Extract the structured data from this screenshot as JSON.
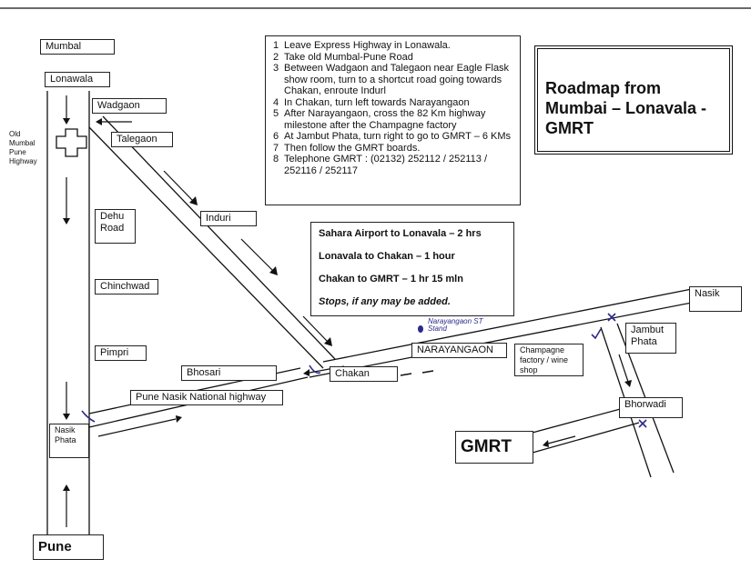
{
  "places": {
    "mumbai": "Mumbal",
    "lonawala": "Lonawala",
    "wadgaon": "Wadgaon",
    "old_highway": "Old Mumbal Pune Highway",
    "talegaon": "Talegaon",
    "dehu_road": "Dehu Road",
    "induri": "Induri",
    "chinchwad": "Chinchwad",
    "pimpri": "Pimpri",
    "bhosari": "Bhosari",
    "pune_nasik_highway": "Pune Nasik National highway",
    "chakan": "Chakan",
    "narayangaon": "NARAYANGAON",
    "champagne": "Champagne factory / wine shop",
    "nasik": "Nasik",
    "jambut_phata": "Jambut Phata",
    "bhorwadi": "Bhorwadi",
    "gmrt": "GMRT",
    "nasik_phata": "Nasik Phata",
    "pune": "Pune"
  },
  "handwritten_note": "Narayangaon ST Stand",
  "title": "Roadmap from Mumbai – Lonavala - GMRT",
  "instructions": [
    {
      "n": "1",
      "text": "Leave Express Highway in Lonawala."
    },
    {
      "n": "2",
      "text": "Take old Mumbal-Pune Road"
    },
    {
      "n": "3",
      "text": "Between Wadgaon and Talegaon near Eagle Flask show room, turn to a shortcut road going towards Chakan, enroute Indurl"
    },
    {
      "n": "4",
      "text": "In Chakan, turn left towards Narayangaon"
    },
    {
      "n": "5",
      "text": "After Narayangaon, cross the 82 Km highway milestone after the Champagne factory"
    },
    {
      "n": "6",
      "text": "At Jambut Phata, turn right to go to GMRT – 6 KMs"
    },
    {
      "n": "7",
      "text": "Then follow the GMRT boards."
    },
    {
      "n": "8",
      "text": "Telephone GMRT : (02132) 252112 / 252113 / 252116 / 252117"
    }
  ],
  "travel_times": [
    "Sahara Airport to Lonavala – 2 hrs",
    "Lonavala to Chakan – 1 hour",
    "Chakan to GMRT – 1 hr 15 mln"
  ],
  "stops_note": "Stops, if any may be added.",
  "colors": {
    "ink": "#111111",
    "pen": "#2a2a8a",
    "paper": "#ffffff"
  }
}
